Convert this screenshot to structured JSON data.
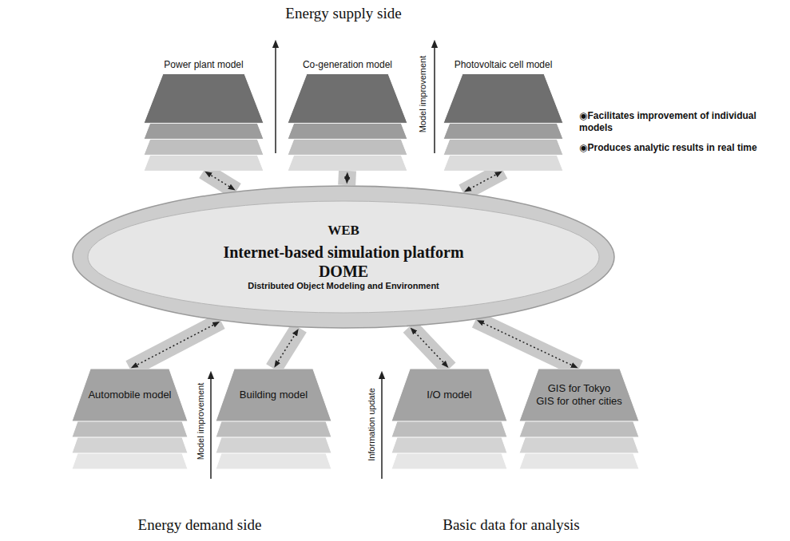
{
  "diagram": {
    "title": "Energy supply side",
    "nodes": [
      {
        "text": [
          "Power plant model"
        ]
      },
      {
        "text": [
          "Co-generation model"
        ]
      },
      {
        "text": [
          "Photovoltaic cell model"
        ]
      },
      {
        "text": [
          "WEB",
          "Internet-based simulation platform",
          "DOME",
          "Distributed Object Modeling and Environment"
        ]
      },
      {
        "text": [
          "Automobile model"
        ]
      },
      {
        "text": [
          "Building model"
        ]
      },
      {
        "text": [
          "I/O model"
        ]
      },
      {
        "text": [
          "GIS for Tokyo",
          "GIS for other cities"
        ]
      }
    ],
    "edges": [
      {
        "from": 0,
        "to": 3,
        "arrow": "both"
      },
      {
        "from": 1,
        "to": 3,
        "arrow": "both"
      },
      {
        "from": 2,
        "to": 3,
        "arrow": "both"
      },
      {
        "from": 4,
        "to": 3,
        "arrow": "both"
      },
      {
        "from": 5,
        "to": 3,
        "arrow": "both"
      },
      {
        "from": 6,
        "to": 3,
        "arrow": "both"
      },
      {
        "from": 7,
        "to": 3,
        "arrow": "both"
      }
    ],
    "labels": [
      "Model improvement",
      "◉Facilitates improvement of individual models",
      "◉Produces analytic results in real time",
      "Model improvement",
      "Information update",
      "Energy demand side",
      "Basic data for analysis"
    ]
  }
}
